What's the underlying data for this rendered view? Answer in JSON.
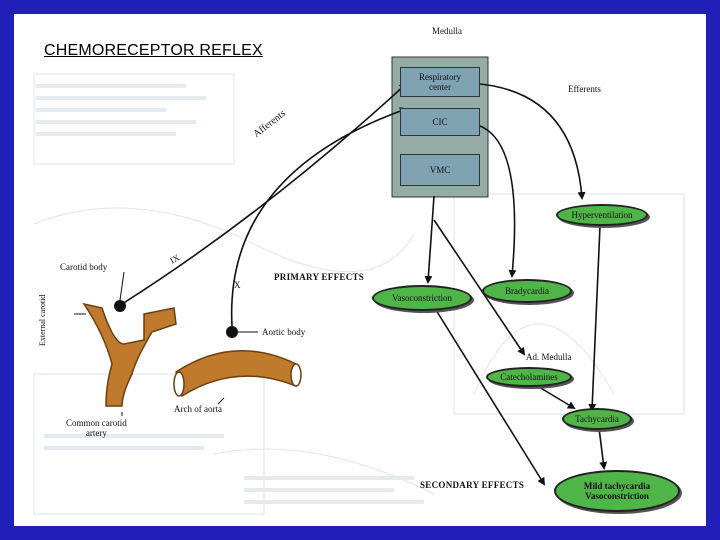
{
  "title": "CHEMORECEPTOR REFLEX",
  "labels": {
    "medulla": "Medulla",
    "efferents": "Efferents",
    "afferents": "Afferents",
    "ix": "IX",
    "x": "X",
    "carotid_body": "Carotid body",
    "external_carotid": "External carotid",
    "aortic_body": "Aortic body",
    "arch_of_aorta": "Arch of aorta",
    "common_carotid_line1": "Common carotid",
    "common_carotid_line2": "artery",
    "ad_medulla": "Ad. Medulla"
  },
  "centers": {
    "respiratory_line1": "Respiratory",
    "respiratory_line2": "center",
    "cic": "CIC",
    "vmc": "VMC"
  },
  "headings": {
    "primary": "PRIMARY EFFECTS",
    "secondary": "SECONDARY EFFECTS"
  },
  "effects": {
    "hyperventilation": "Hyperventilation",
    "vasoconstriction": "Vasoconstriction",
    "bradycardia": "Bradycardia",
    "catecholamines": "Catecholamines",
    "tachycardia": "Tachycardia",
    "mild_line1": "Mild tachycardia",
    "mild_line2": "Vasoconstriction"
  },
  "colors": {
    "frame": "#2020b8",
    "center_box": "#7fa3b3",
    "medulla_box": "#95aca6",
    "effect_fill": "#4fb548",
    "artery": "#c07a2c"
  }
}
